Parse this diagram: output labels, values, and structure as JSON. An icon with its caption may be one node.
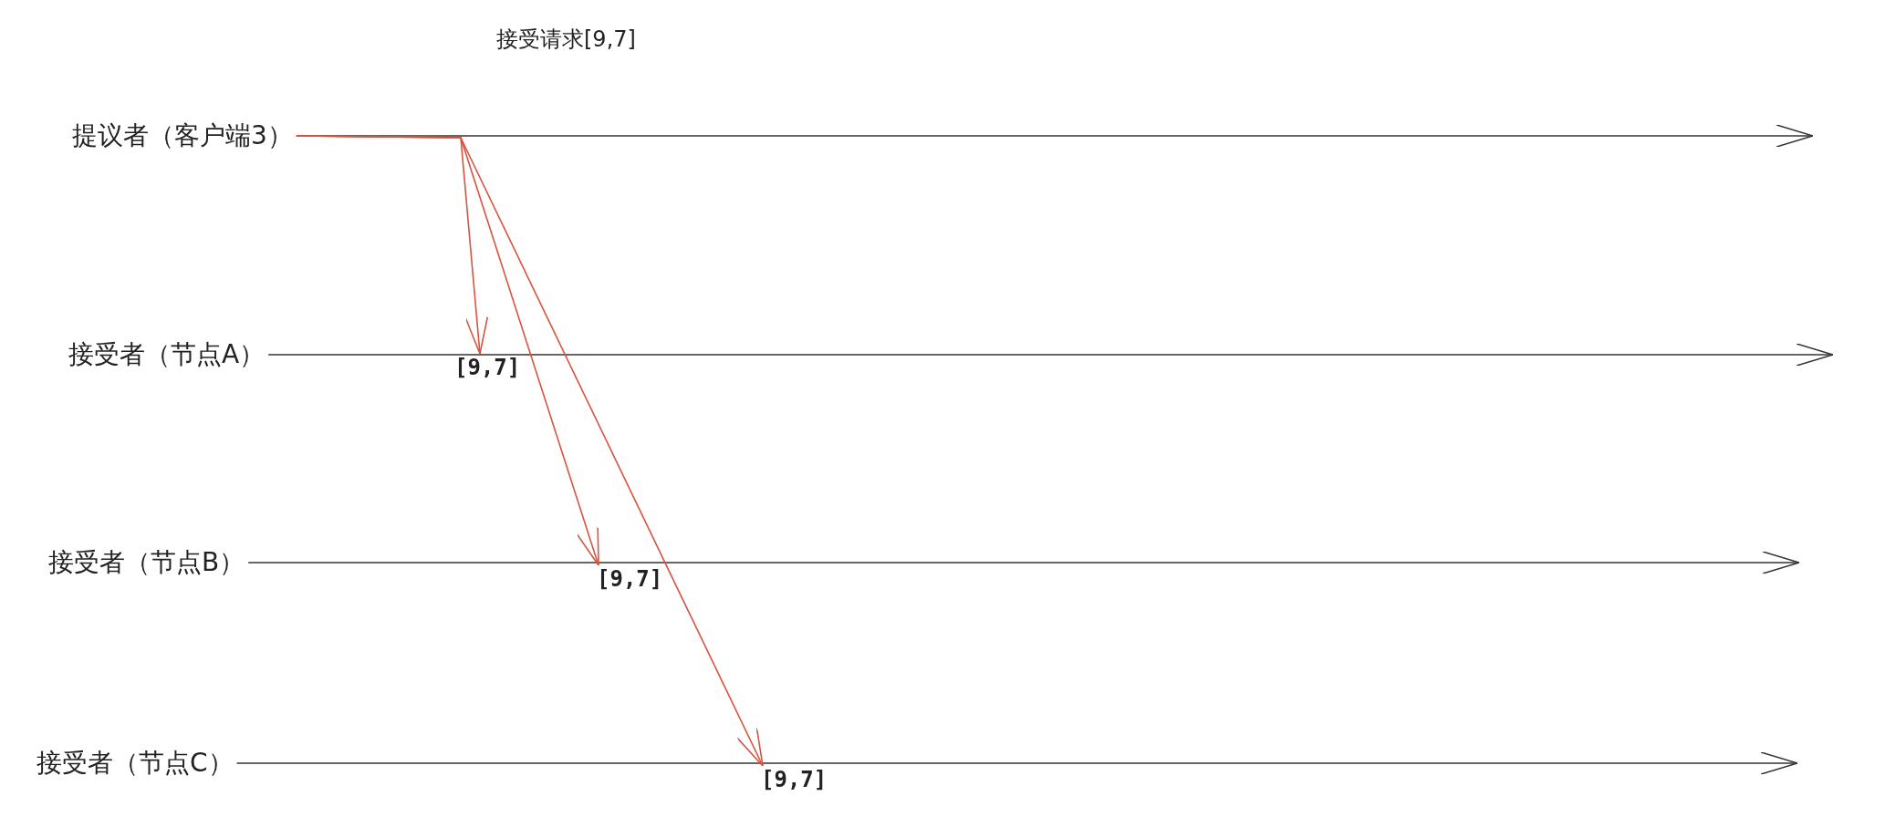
{
  "diagram": {
    "nodes": [
      {
        "text": [
          "提议者（客户端3）"
        ]
      },
      {
        "text": [
          "接受者（节点A）"
        ]
      },
      {
        "text": [
          "接受者（节点B）"
        ]
      },
      {
        "text": [
          "接受者（节点C）"
        ]
      },
      {
        "text": [
          "[9,7]"
        ]
      },
      {
        "text": [
          "[9,7]"
        ]
      },
      {
        "text": [
          "[9,7]"
        ]
      }
    ],
    "edges": [
      {
        "from": 0,
        "to": null,
        "arrow": "to"
      },
      {
        "from": 1,
        "to": null,
        "arrow": "to"
      },
      {
        "from": 2,
        "to": null,
        "arrow": "to"
      },
      {
        "from": 3,
        "to": null,
        "arrow": "to"
      },
      {
        "from": 0,
        "to": 4,
        "arrow": "to",
        "color": "#d9533f"
      },
      {
        "from": 0,
        "to": 5,
        "arrow": "to",
        "color": "#d9533f"
      },
      {
        "from": 0,
        "to": 6,
        "arrow": "to",
        "color": "#d9533f"
      }
    ],
    "labels": [
      "接受请求[9,7]"
    ]
  }
}
